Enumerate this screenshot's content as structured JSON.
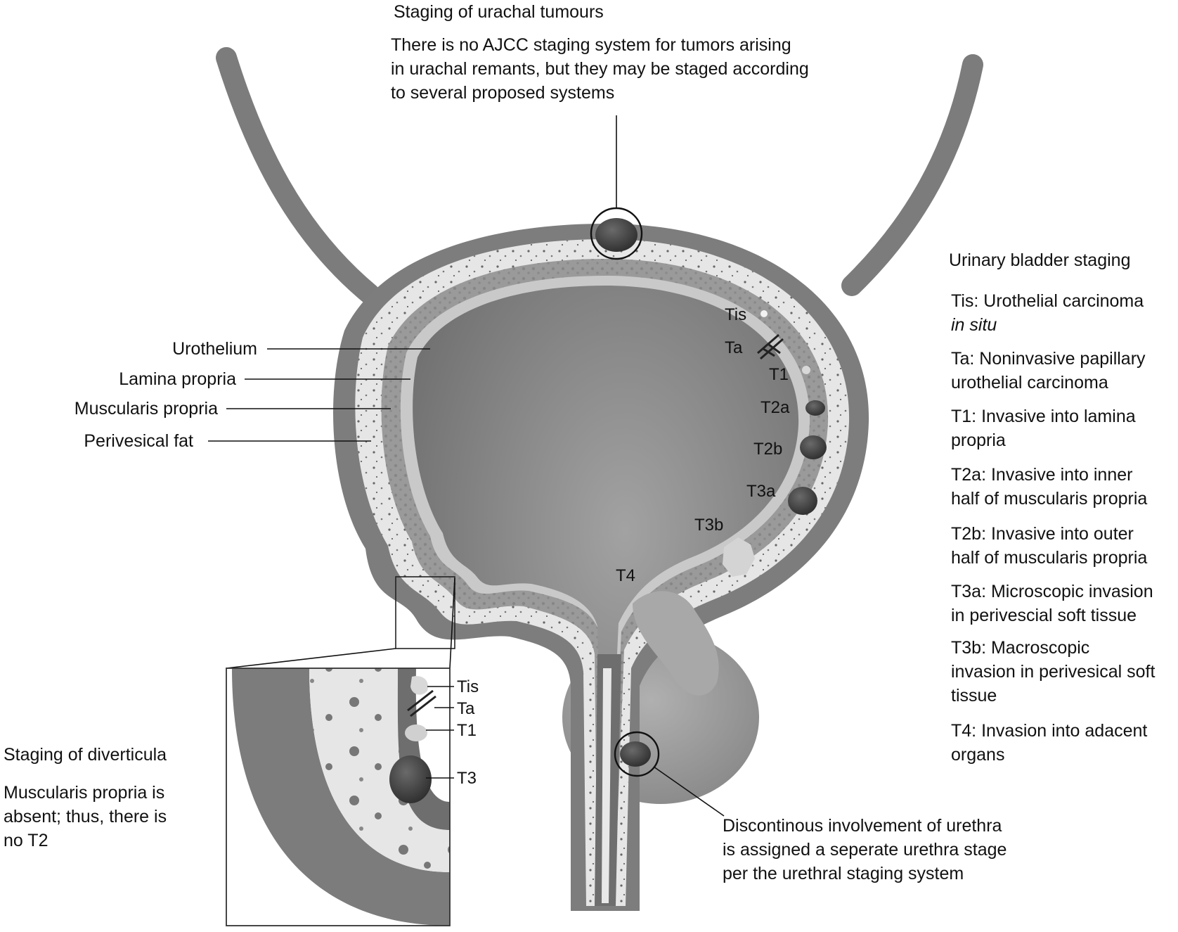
{
  "urachal": {
    "heading": "Staging of urachal tumours",
    "lines": [
      "There is no AJCC staging system for tumors arising",
      "in urachal remants, but they may be staged according",
      "to several proposed systems"
    ]
  },
  "layers": {
    "urothelium": "Urothelium",
    "lamina": "Lamina propria",
    "muscularis": "Muscularis propria",
    "fat": "Perivesical fat"
  },
  "stage_markers": {
    "tis": "Tis",
    "ta": "Ta",
    "t1": "T1",
    "t2a": "T2a",
    "t2b": "T2b",
    "t3a": "T3a",
    "t3b": "T3b",
    "t4": "T4"
  },
  "inset_markers": {
    "tis": "Tis",
    "ta": "Ta",
    "t1": "T1",
    "t3": "T3"
  },
  "bladder_staging": {
    "heading": "Urinary bladder staging",
    "tis": [
      "Tis: Urothelial carcinoma",
      "in situ"
    ],
    "ta": [
      "Ta: Noninvasive papillary",
      "urothelial carcinoma"
    ],
    "t1": [
      "T1: Invasive into lamina",
      "propria"
    ],
    "t2a": [
      "T2a: Invasive into inner",
      "half of muscularis propria"
    ],
    "t2b": [
      "T2b: Invasive into outer",
      "half of muscularis propria"
    ],
    "t3a": [
      "T3a: Microscopic invasion",
      "in perivescial soft tissue"
    ],
    "t3b": [
      "T3b: Macroscopic",
      "invasion in perivesical soft",
      "tissue"
    ],
    "t4": [
      "T4: Invasion into adacent",
      "organs"
    ]
  },
  "diverticula": {
    "heading": "Staging of diverticula",
    "lines": [
      "Muscularis propria is",
      "absent; thus, there is",
      "no T2"
    ]
  },
  "urethra": {
    "lines": [
      "Discontinous involvement of urethra",
      "is assigned a seperate urethra stage",
      "per the urethral staging system"
    ]
  },
  "colors": {
    "outer_wall": "#7c7c7c",
    "fat": "#e6e6e6",
    "muscle": "#9a9a9a",
    "lumen": "#8a8a8a",
    "tumour": "#444444",
    "prostate": "#9d9d9d"
  },
  "icons": [
    "ureter",
    "bladder",
    "prostate",
    "urethra",
    "tumour",
    "callout-circle",
    "inset-box"
  ]
}
